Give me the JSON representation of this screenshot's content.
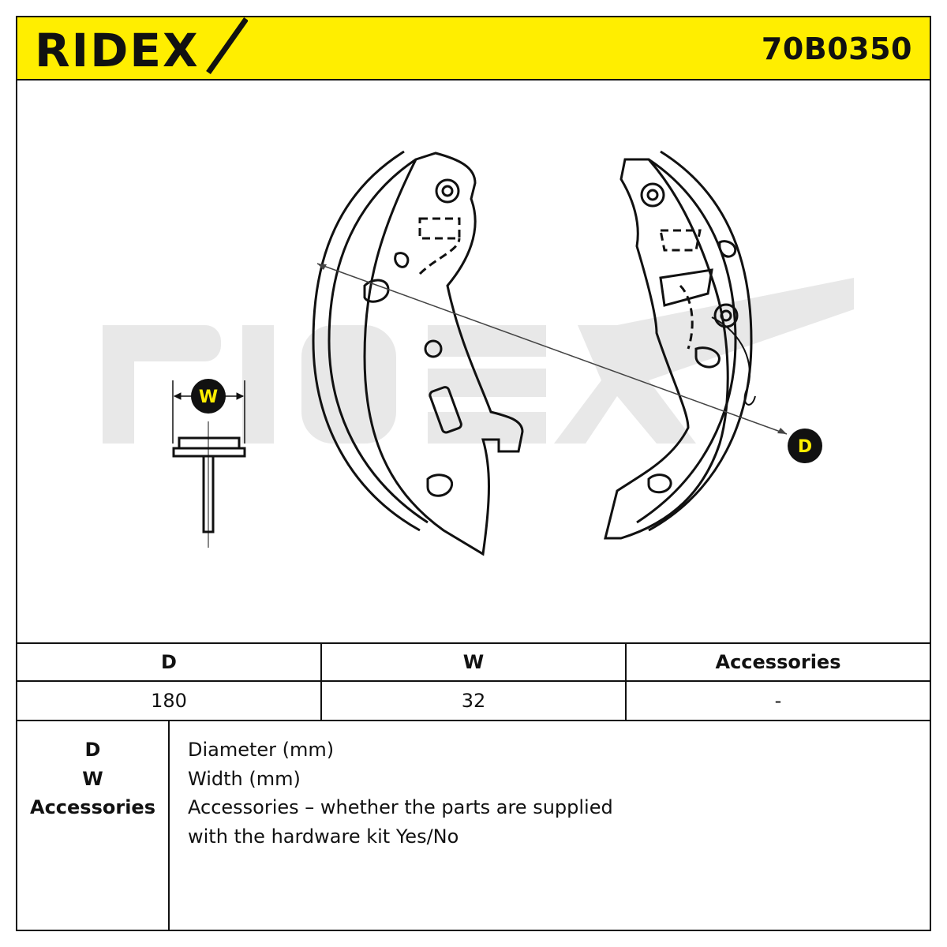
{
  "header": {
    "brand": "RIDEX",
    "part_number": "70B0350",
    "colors": {
      "banner": "#ffee00",
      "ink": "#111111",
      "watermark": "#e6e6e6"
    }
  },
  "drawing": {
    "labels": {
      "width": "W",
      "diameter": "D"
    },
    "icons": [
      "brake-shoe-icon",
      "shoe-cross-section-icon"
    ]
  },
  "dimensions_table": {
    "headers": [
      "D",
      "W",
      "Accessories"
    ],
    "values": [
      "180",
      "32",
      "-"
    ]
  },
  "legend": {
    "keys": [
      "D",
      "W",
      "Accessories"
    ],
    "descriptions": [
      "Diameter (mm)",
      "Width (mm)",
      "Accessories – whether the parts are supplied",
      "with the hardware kit Yes/No"
    ]
  }
}
